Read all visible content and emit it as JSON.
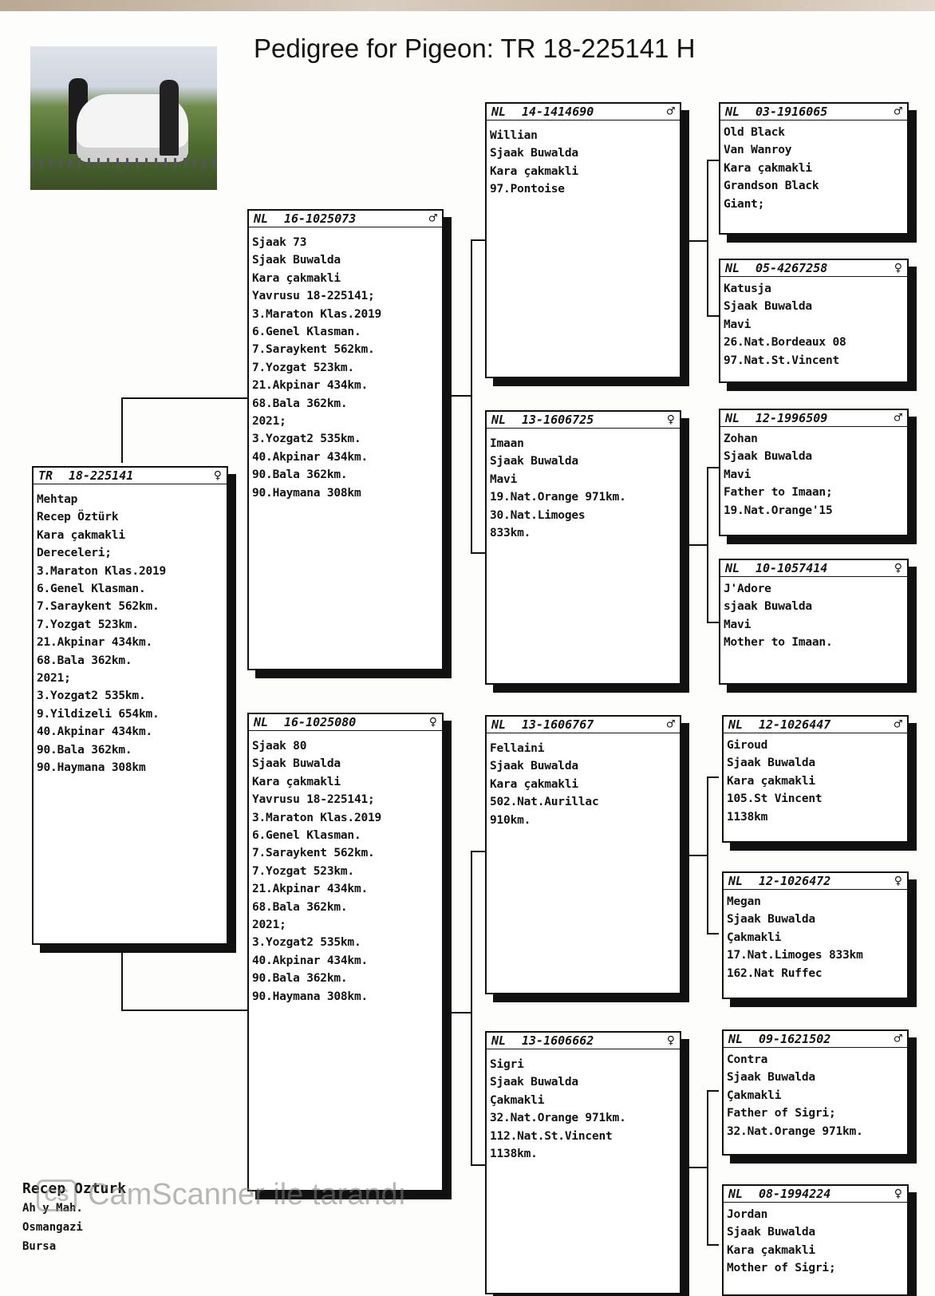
{
  "title": "Pedigree for Pigeon: TR  18-225141 H",
  "pigeons": {
    "subject": {
      "country": "TR",
      "ring": "18-225141",
      "sex": "♀",
      "lines": [
        "Mehtap",
        "Recep Öztürk",
        "Kara çakmakli",
        "Dereceleri;",
        "3.Maraton Klas.2019",
        "6.Genel Klasman.",
        "7.Saraykent 562km.",
        "7.Yozgat 523km.",
        "21.Akpinar 434km.",
        "68.Bala 362km.",
        "2021;",
        "3.Yozgat2 535km.",
        "9.Yildizeli 654km.",
        "40.Akpinar 434km.",
        "90.Bala 362km.",
        "90.Haymana 308km"
      ]
    },
    "sire": {
      "country": "NL",
      "ring": "16-1025073",
      "sex": "♂",
      "lines": [
        "Sjaak 73",
        "Sjaak Buwalda",
        "Kara çakmakli",
        "Yavrusu 18-225141;",
        "3.Maraton Klas.2019",
        "6.Genel Klasman.",
        "7.Saraykent 562km.",
        "7.Yozgat 523km.",
        "21.Akpinar 434km.",
        "68.Bala 362km.",
        "2021;",
        "3.Yozgat2 535km.",
        "40.Akpinar 434km.",
        "90.Bala 362km.",
        "90.Haymana 308km"
      ]
    },
    "dam": {
      "country": "NL",
      "ring": "16-1025080",
      "sex": "♀",
      "lines": [
        "Sjaak 80",
        "Sjaak Buwalda",
        "Kara çakmakli",
        "Yavrusu 18-225141;",
        "3.Maraton Klas.2019",
        "6.Genel Klasman.",
        "7.Saraykent 562km.",
        "7.Yozgat 523km.",
        "21.Akpinar 434km.",
        "68.Bala 362km.",
        "2021;",
        "3.Yozgat2 535km.",
        "40.Akpinar 434km.",
        "90.Bala 362km.",
        "90.Haymana 308km."
      ]
    },
    "ss": {
      "country": "NL",
      "ring": "14-1414690",
      "sex": "♂",
      "lines": [
        "Willian",
        "Sjaak Buwalda",
        "Kara çakmakli",
        "97.Pontoise"
      ]
    },
    "sd": {
      "country": "NL",
      "ring": "13-1606725",
      "sex": "♀",
      "lines": [
        "Imaan",
        "Sjaak Buwalda",
        "Mavi",
        "19.Nat.Orange 971km.",
        "30.Nat.Limoges",
        "833km."
      ]
    },
    "ds": {
      "country": "NL",
      "ring": "13-1606767",
      "sex": "♂",
      "lines": [
        "Fellaini",
        "Sjaak Buwalda",
        "Kara çakmakli",
        "502.Nat.Aurillac",
        "910km."
      ]
    },
    "dd": {
      "country": "NL",
      "ring": "13-1606662",
      "sex": "♀",
      "lines": [
        "Sigri",
        "Sjaak Buwalda",
        "Çakmakli",
        "32.Nat.Orange 971km.",
        "112.Nat.St.Vincent",
        "1138km."
      ]
    },
    "sss": {
      "country": "NL",
      "ring": "03-1916065",
      "sex": "♂",
      "lines": [
        "Old Black",
        "Van Wanroy",
        "Kara çakmakli",
        "Grandson Black",
        "Giant;"
      ]
    },
    "ssd": {
      "country": "NL",
      "ring": "05-4267258",
      "sex": "♀",
      "lines": [
        "Katusja",
        "Sjaak Buwalda",
        "Mavi",
        "26.Nat.Bordeaux 08",
        "97.Nat.St.Vincent"
      ]
    },
    "sds": {
      "country": "NL",
      "ring": "12-1996509",
      "sex": "♂",
      "lines": [
        "Zohan",
        "Sjaak Buwalda",
        "Mavi",
        "Father to Imaan;",
        "19.Nat.Orange'15"
      ]
    },
    "sdd": {
      "country": "NL",
      "ring": "10-1057414",
      "sex": "♀",
      "lines": [
        "J'Adore",
        "sjaak Buwalda",
        "Mavi",
        "Mother to Imaan."
      ]
    },
    "dss": {
      "country": "NL",
      "ring": "12-1026447",
      "sex": "♂",
      "lines": [
        "Giroud",
        "Sjaak Buwalda",
        "Kara çakmakli",
        "105.St Vincent",
        "1138km"
      ]
    },
    "dsd": {
      "country": "NL",
      "ring": "12-1026472",
      "sex": "♀",
      "lines": [
        "Megan",
        "Sjaak Buwalda",
        "Çakmakli",
        "17.Nat.Limoges 833km",
        "162.Nat Ruffec"
      ]
    },
    "dds": {
      "country": "NL",
      "ring": "09-1621502",
      "sex": "♂",
      "lines": [
        "Contra",
        "Sjaak Buwalda",
        "Çakmakli",
        "Father of Sigri;",
        "32.Nat.Orange 971km."
      ]
    },
    "ddd": {
      "country": "NL",
      "ring": "08-1994224",
      "sex": "♀",
      "lines": [
        "Jordan",
        "Sjaak Buwalda",
        "Kara çakmakli",
        "Mother of Sigri;"
      ]
    }
  },
  "footer": {
    "name": "Recep Ozturk",
    "lines": [
      "Ah    y Mah.",
      "Osmangazi",
      "Bursa"
    ]
  },
  "watermark": {
    "logo": "CS",
    "text": "CamScanner ile tarandı"
  }
}
